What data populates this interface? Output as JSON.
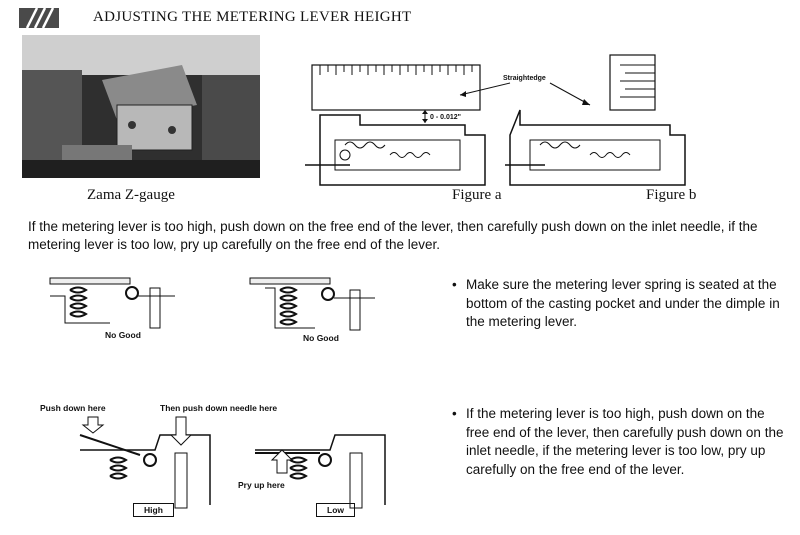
{
  "header": {
    "title": "ADJUSTING THE METERING LEVER HEIGHT",
    "logo_icon": "diagonal-stripes-logo"
  },
  "photo": {
    "caption": "Zama Z-gauge"
  },
  "figure_a": {
    "caption": "Figure a",
    "straightedge_label": "Straightedge",
    "gap_label": "0 - 0.012\""
  },
  "figure_b": {
    "caption": "Figure b"
  },
  "instructions": {
    "paragraph": "If the metering lever is too high, push down on the free end of the lever, then carefully push down on the inlet needle, if the metering lever is too low, pry up carefully on the free end of the lever."
  },
  "no_good": {
    "left_label": "No Good",
    "right_label": "No Good"
  },
  "bullets": [
    "Make sure the metering lever spring is seated at the bottom of the casting pocket and under the dimple in the metering lever.",
    "If the metering lever is too high, push down on the free end of the lever, then carefully push down on the inlet needle, if the metering lever is too low, pry up carefully on the free end of the lever."
  ],
  "high_low": {
    "push_down_here": "Push down here",
    "push_down_needle": "Then push down needle here",
    "pry_up_here": "Pry up here",
    "high_label": "High",
    "low_label": "Low"
  }
}
